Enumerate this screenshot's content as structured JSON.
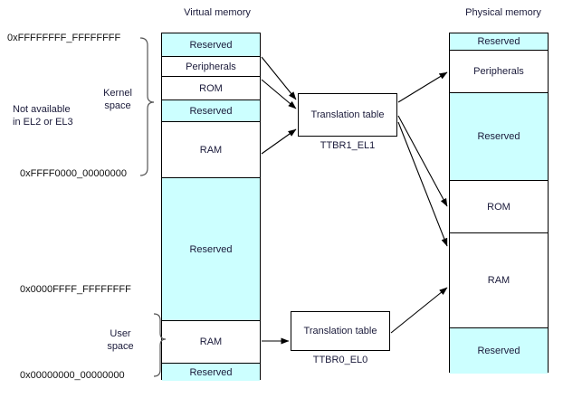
{
  "columns": {
    "virtual": {
      "title": "Virtual memory",
      "blocks": [
        {
          "label": "Reserved",
          "fill": "cyan"
        },
        {
          "label": "Peripherals",
          "fill": "white"
        },
        {
          "label": "ROM",
          "fill": "white"
        },
        {
          "label": "Reserved",
          "fill": "cyan"
        },
        {
          "label": "RAM",
          "fill": "white"
        },
        {
          "label": "Reserved",
          "fill": "cyan"
        },
        {
          "label": "RAM",
          "fill": "white"
        },
        {
          "label": "Reserved",
          "fill": "cyan"
        }
      ]
    },
    "physical": {
      "title": "Physical memory",
      "blocks": [
        {
          "label": "Reserved",
          "fill": "cyan"
        },
        {
          "label": "Peripherals",
          "fill": "white"
        },
        {
          "label": "Reserved",
          "fill": "cyan"
        },
        {
          "label": "ROM",
          "fill": "white"
        },
        {
          "label": "RAM",
          "fill": "white"
        },
        {
          "label": "Reserved",
          "fill": "cyan"
        }
      ]
    }
  },
  "addresses": {
    "top": "0xFFFFFFFF_FFFFFFFF",
    "kernel_bottom": "0xFFFF0000_00000000",
    "user_top": "0x0000FFFF_FFFFFFFF",
    "bottom": "0x00000000_00000000"
  },
  "annotations": {
    "kernel_space": "Kernel\nspace",
    "kernel_space_line1": "Kernel",
    "kernel_space_line2": "space",
    "not_available_line1": "Not available",
    "not_available_line2": "in EL2 or EL3",
    "user_space_line1": "User",
    "user_space_line2": "space"
  },
  "translation_tables": [
    {
      "label": "Translation table",
      "register": "TTBR1_EL1"
    },
    {
      "label": "Translation table",
      "register": "TTBR0_EL0"
    }
  ],
  "colors": {
    "reserved_fill": "#ccffff",
    "block_fill": "#ffffff",
    "stroke": "#000000",
    "text": "#1a1a3a"
  }
}
